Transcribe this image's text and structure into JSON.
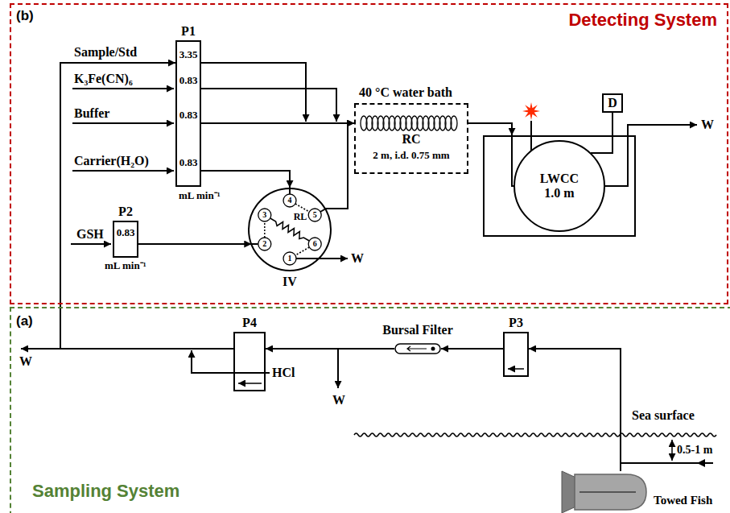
{
  "diagram": {
    "nodes": [
      {
        "text": [
          "(b)",
          "Detecting System"
        ]
      },
      {
        "text": [
          "P1",
          "3.35",
          "0.83",
          "0.83",
          "0.83"
        ],
        "in": 0
      },
      {
        "text": [
          "P2",
          "0.83"
        ],
        "in": 0
      },
      {
        "text": [
          "IV"
        ],
        "in": 0
      },
      {
        "text": [
          "40 °C water bath",
          "RC",
          "2 m, i.d. 0.75 mm"
        ],
        "in": 0
      },
      {
        "text": [
          "LWCC 1.0 m"
        ],
        "in": 0
      },
      {
        "text": [
          "D"
        ],
        "in": 0
      },
      {
        "text": [
          "(a)",
          "Sampling System"
        ]
      },
      {
        "text": [
          "P4"
        ],
        "in": 7
      },
      {
        "text": [
          "Bursal Filter"
        ],
        "in": 7
      },
      {
        "text": [
          "P3"
        ],
        "in": 7
      },
      {
        "text": [
          "Towed Fish"
        ],
        "in": 7
      }
    ],
    "edges": [
      {
        "from": 11,
        "to": 10,
        "arrow": "to"
      },
      {
        "from": 10,
        "to": 9,
        "arrow": "to"
      },
      {
        "from": 9,
        "to": 8,
        "arrow": "to"
      },
      {
        "from": 8,
        "to": 1,
        "arrow": "to"
      },
      {
        "from": 1,
        "to": 4,
        "arrow": "to"
      },
      {
        "from": 1,
        "to": 3,
        "arrow": "to"
      },
      {
        "from": 2,
        "to": 3,
        "arrow": "to"
      },
      {
        "from": 3,
        "to": 4,
        "arrow": "to"
      },
      {
        "from": 4,
        "to": 5,
        "arrow": "to"
      },
      {
        "from": 5,
        "to": 6,
        "arrow": "none"
      }
    ],
    "labels": [
      "Sample/Std",
      "K₃Fe(CN)₆",
      "Buffer",
      "Carrier(H₂O)",
      "GSH",
      "mL min⁻¹",
      "mL min⁻¹",
      "4",
      "3",
      "5",
      "RL",
      "2",
      "6",
      "1",
      "W",
      "W",
      "W",
      "W",
      "HCl",
      "Sea surface",
      "0.5-1 m"
    ]
  }
}
